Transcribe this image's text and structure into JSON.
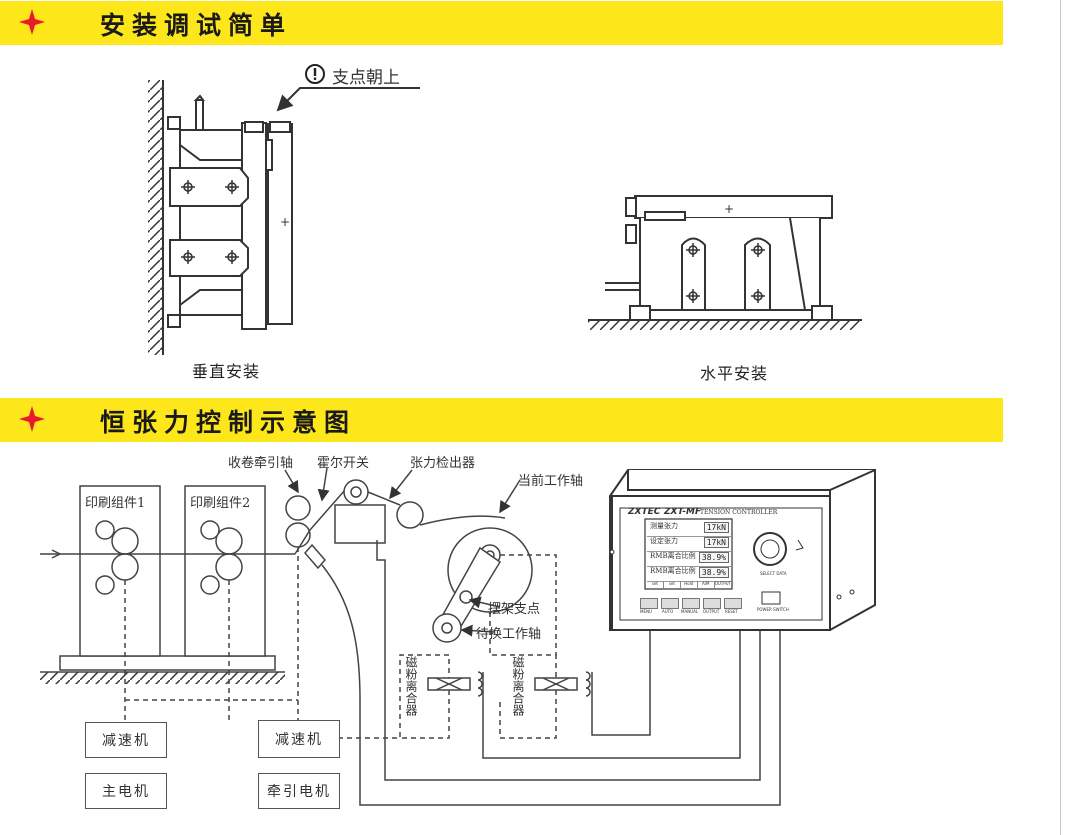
{
  "section1": {
    "title": "安装调试简单"
  },
  "section2": {
    "title": "恒张力控制示意图"
  },
  "install": {
    "note": "支点朝上",
    "note_icon": "exclamation-icon",
    "vertical_caption": "垂直安装",
    "horizontal_caption": "水平安装"
  },
  "diagram": {
    "print_unit_1": "印刷组件1",
    "print_unit_2": "印刷组件2",
    "winding_shaft": "收卷牵引轴",
    "hall_switch": "霍尔开关",
    "tension_detector": "张力检出器",
    "current_shaft": "当前工作轴",
    "swing_pivot": "摆架支点",
    "standby_shaft": "待换工作轴",
    "clutch_1": "磁粉离合器",
    "clutch_2": "磁粉离合器",
    "reducer_1": "减速机",
    "reducer_2": "减速机",
    "main_motor": "主电机",
    "traction_motor": "牵引电机"
  },
  "controller": {
    "brand": "ZXTEC",
    "model": "ZXT-MF",
    "name": "TENSION CONTROLLER",
    "knob_label": "SELECT DATA",
    "power_label": "POWER SWITCH",
    "buttons": [
      "MENU",
      "AUTO",
      "MANUAL",
      "OUTPUT",
      "RESET"
    ],
    "lcd_rows": [
      {
        "label": "测量张力",
        "value": "17kN"
      },
      {
        "label": "设定张力",
        "value": "17kN"
      },
      {
        "label": "RMB离合比例",
        "value": "38.9%"
      },
      {
        "label": "RMB离合比例",
        "value": "38.9%"
      }
    ],
    "lcd_tabs": [
      "set",
      "set",
      "Hold",
      "A/M",
      "OUTPUT"
    ]
  },
  "colors": {
    "banner": "#fde619",
    "star": "#e8192c",
    "line": "#333333"
  }
}
